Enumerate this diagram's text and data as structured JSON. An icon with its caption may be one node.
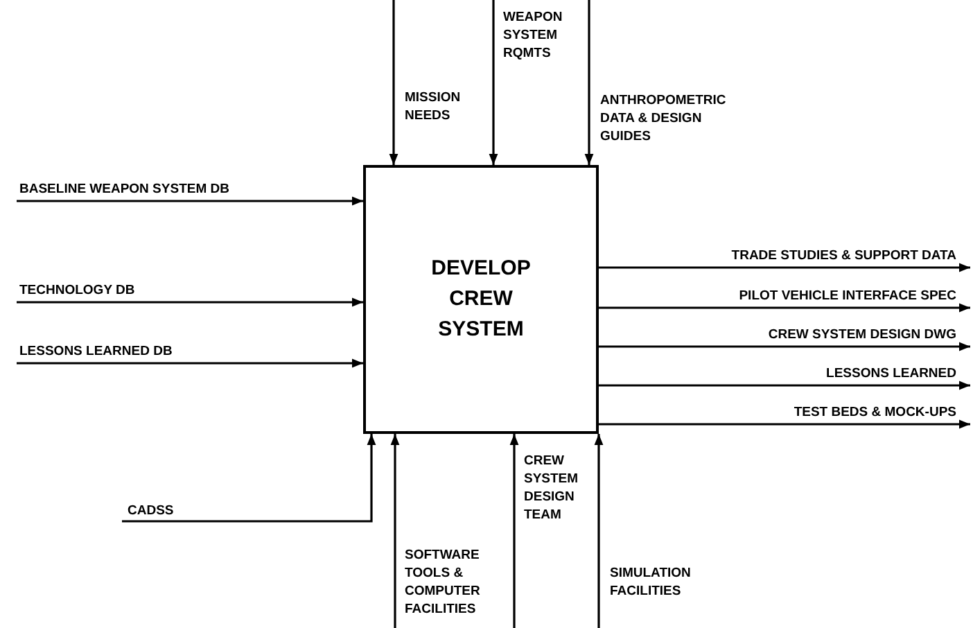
{
  "diagram": {
    "nodes": [
      {
        "text": [
          "DEVELOP CREW SYSTEM"
        ]
      },
      {
        "text": [
          "MISSION NEEDS"
        ]
      },
      {
        "text": [
          "WEAPON SYSTEM RQMTS"
        ]
      },
      {
        "text": [
          "ANTHROPOMETRIC DATA & DESIGN GUIDES"
        ]
      },
      {
        "text": [
          "BASELINE WEAPON SYSTEM DB"
        ]
      },
      {
        "text": [
          "TECHNOLOGY DB"
        ]
      },
      {
        "text": [
          "LESSONS LEARNED DB"
        ]
      },
      {
        "text": [
          "TRADE STUDIES & SUPPORT DATA"
        ]
      },
      {
        "text": [
          "PILOT VEHICLE INTERFACE SPEC"
        ]
      },
      {
        "text": [
          "CREW SYSTEM DESIGN DWG"
        ]
      },
      {
        "text": [
          "LESSONS LEARNED"
        ]
      },
      {
        "text": [
          "TEST BEDS & MOCK-UPS"
        ]
      },
      {
        "text": [
          "CADSS"
        ]
      },
      {
        "text": [
          "SOFTWARE TOOLS & COMPUTER FACILITIES"
        ]
      },
      {
        "text": [
          "CREW SYSTEM DESIGN TEAM"
        ]
      },
      {
        "text": [
          "SIMULATION FACILITIES"
        ]
      }
    ],
    "edges": [
      {
        "from": 1,
        "to": 0,
        "arrow": "to"
      },
      {
        "from": 2,
        "to": 0,
        "arrow": "to"
      },
      {
        "from": 3,
        "to": 0,
        "arrow": "to"
      },
      {
        "from": 4,
        "to": 0,
        "arrow": "to"
      },
      {
        "from": 5,
        "to": 0,
        "arrow": "to"
      },
      {
        "from": 6,
        "to": 0,
        "arrow": "to"
      },
      {
        "from": 0,
        "to": 7,
        "arrow": "to"
      },
      {
        "from": 0,
        "to": 8,
        "arrow": "to"
      },
      {
        "from": 0,
        "to": 9,
        "arrow": "to"
      },
      {
        "from": 0,
        "to": 10,
        "arrow": "to"
      },
      {
        "from": 0,
        "to": 11,
        "arrow": "to"
      },
      {
        "from": 12,
        "to": 0,
        "arrow": "to"
      },
      {
        "from": 13,
        "to": 0,
        "arrow": "to"
      },
      {
        "from": 14,
        "to": 0,
        "arrow": "to"
      },
      {
        "from": 15,
        "to": 0,
        "arrow": "to"
      }
    ]
  }
}
